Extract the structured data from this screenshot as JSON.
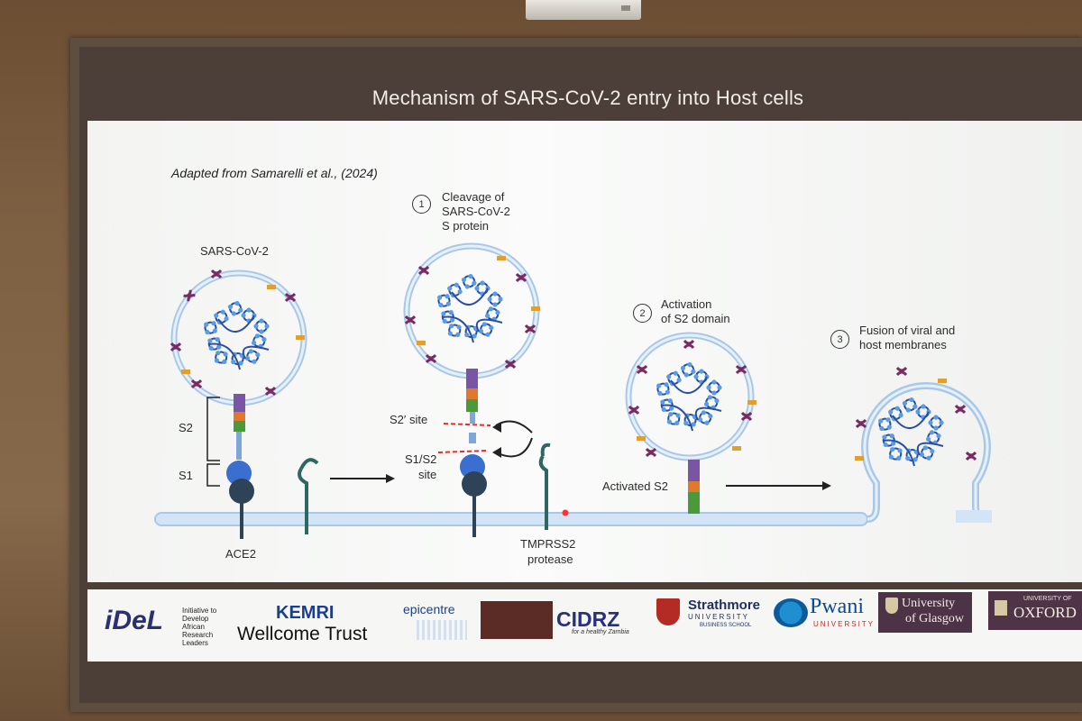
{
  "title": "Mechanism of SARS-CoV-2 entry into Host cells",
  "credit": "Adapted from Samarelli et al., (2024)",
  "labels": {
    "virus": "SARS-CoV-2",
    "s2": "S2",
    "s1": "S1",
    "ace2": "ACE2",
    "s2prime": "S2′ site",
    "s1s2": "S1/S2",
    "site": "site",
    "tmprss2": "TMPRSS2",
    "protease": "protease",
    "activated": "Activated S2"
  },
  "steps": [
    {
      "num": "1",
      "lines": [
        "Cleavage of",
        "SARS-CoV-2",
        "S protein"
      ]
    },
    {
      "num": "2",
      "lines": [
        "Activation",
        "of S2 domain"
      ]
    },
    {
      "num": "3",
      "lines": [
        "Fusion of viral and",
        "host membranes"
      ]
    }
  ],
  "logos": {
    "idel_main": "iDeL",
    "idel_sub": [
      "Initiative to",
      "Develop",
      "African",
      "Research",
      "Leaders"
    ],
    "kemri": "KEMRI",
    "wellcome": "Wellcome Trust",
    "epicentre": "epicentre",
    "cidrz": "CIDRZ",
    "cidrz_tag": "for a healthy Zambia",
    "strathmore": "Strathmore",
    "strathmore_uni": "UNIVERSITY",
    "strathmore_school": "BUSINESS SCHOOL",
    "pwani": "Pwani",
    "pwani_uni": "UNIVERSITY",
    "glasgow1": "University",
    "glasgow2": "of Glasgow",
    "oxford_small": "UNIVERSITY OF",
    "oxford": "OXFORD"
  },
  "colors": {
    "membrane": "#a9c8e8",
    "spike_purple": "#7a55a6",
    "spike_orange": "#e07a2a",
    "spike_green": "#4a9a3a",
    "rbd_blue": "#3a6fd0",
    "ace2_dark": "#2f4358",
    "protease_teal": "#2e6660",
    "cleavage_red": "#e03030",
    "title_bg": "#4c3f39"
  }
}
